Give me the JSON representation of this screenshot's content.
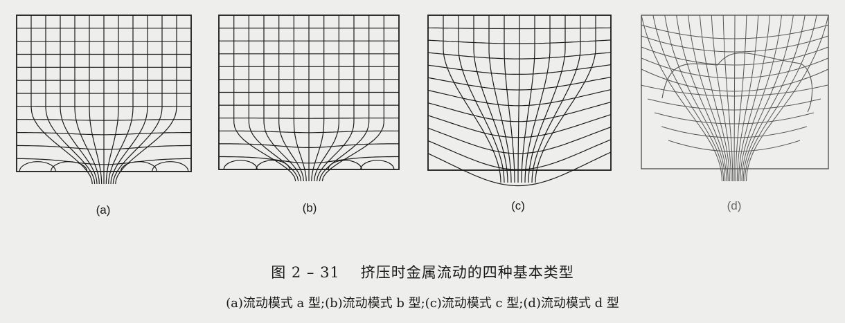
{
  "panels": [
    {
      "id": "a",
      "label": "(a)"
    },
    {
      "id": "b",
      "label": "(b)"
    },
    {
      "id": "c",
      "label": "(c)"
    },
    {
      "id": "d",
      "label": "(d)"
    }
  ],
  "caption": {
    "number": "图 2 – 31",
    "title": "挤压时金属流动的四种基本类型",
    "subtitle": "(a)流动模式 a 型;(b)流动模式 b 型;(c)流动模式 c 型;(d)流动模式 d 型"
  },
  "colors": {
    "ink": "#1a1a1a",
    "faint_ink": "#555555",
    "paper": "#eeeeec"
  }
}
